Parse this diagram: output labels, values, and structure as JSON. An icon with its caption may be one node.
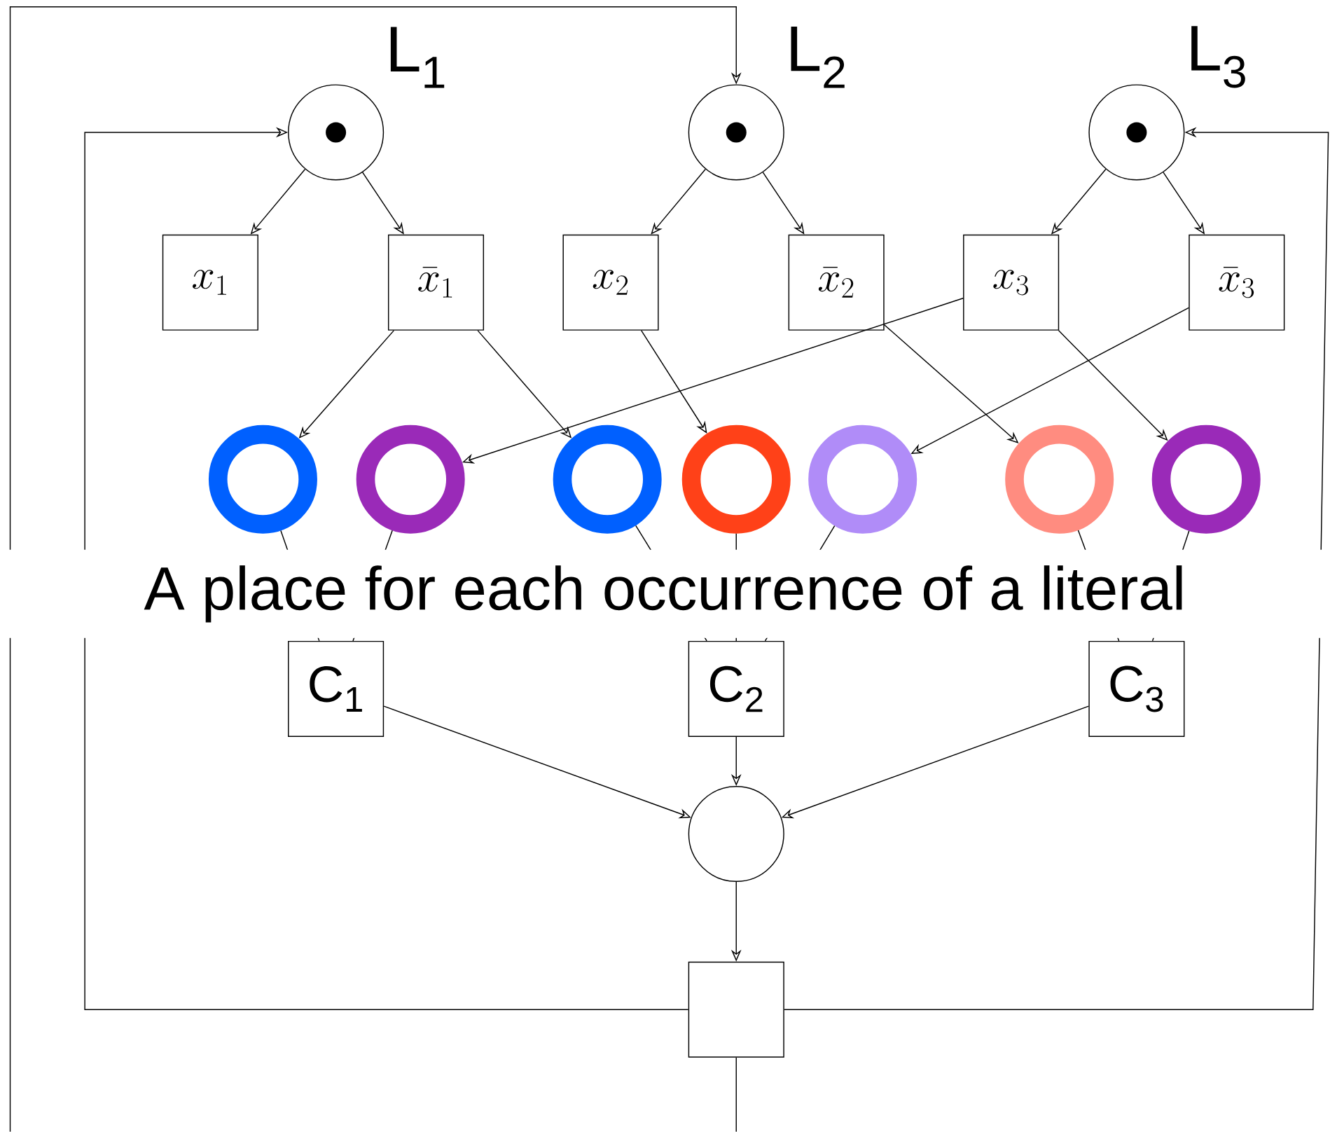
{
  "diagram": {
    "nodes": [
      {
        "text": [
          "L$_{1}$"
        ]
      },
      {
        "text": [
          "L$_{2}$"
        ]
      },
      {
        "text": [
          "L$_{3}$"
        ]
      },
      {
        "text": [
          "x_1"
        ]
      },
      {
        "text": [
          "\\bar{x}_1"
        ]
      },
      {
        "text": [
          "x_2"
        ]
      },
      {
        "text": [
          "\\bar{x}_2"
        ]
      },
      {
        "text": [
          "x_3"
        ]
      },
      {
        "text": [
          "\\bar{x}_3"
        ]
      },
      {
        "text": [],
        "shape": "circle"
      },
      {
        "text": [],
        "shape": "circle"
      },
      {
        "text": [],
        "shape": "circle"
      },
      {
        "text": [],
        "shape": "circle"
      },
      {
        "text": [],
        "shape": "circle"
      },
      {
        "text": [],
        "shape": "circle"
      },
      {
        "text": [],
        "shape": "circle"
      },
      {
        "text": [
          "C$_{1}$"
        ]
      },
      {
        "text": [
          "C$_{2}$"
        ]
      },
      {
        "text": [
          "C$_{3}$"
        ]
      },
      {
        "text": [],
        "shape": "circle"
      },
      {
        "text": [],
        "shape": "box"
      }
    ],
    "edges": [
      {
        "from": 0,
        "to": 3,
        "arrow": "to"
      },
      {
        "from": 0,
        "to": 4,
        "arrow": "to"
      },
      {
        "from": 1,
        "to": 5,
        "arrow": "to"
      },
      {
        "from": 1,
        "to": 6,
        "arrow": "to"
      },
      {
        "from": 2,
        "to": 7,
        "arrow": "to"
      },
      {
        "from": 2,
        "to": 8,
        "arrow": "to"
      },
      {
        "from": 4,
        "to": 9,
        "arrow": "to"
      },
      {
        "from": 4,
        "to": 11,
        "arrow": "to"
      },
      {
        "from": 5,
        "to": 12,
        "arrow": "to"
      },
      {
        "from": 6,
        "to": 14,
        "arrow": "to"
      },
      {
        "from": 7,
        "to": 10,
        "arrow": "to"
      },
      {
        "from": 7,
        "to": 15,
        "arrow": "to"
      },
      {
        "from": 8,
        "to": 13,
        "arrow": "to"
      },
      {
        "from": 9,
        "to": 16,
        "arrow": "none"
      },
      {
        "from": 10,
        "to": 16,
        "arrow": "none"
      },
      {
        "from": 11,
        "to": 17,
        "arrow": "none"
      },
      {
        "from": 12,
        "to": 17,
        "arrow": "none"
      },
      {
        "from": 13,
        "to": 17,
        "arrow": "none"
      },
      {
        "from": 14,
        "to": 18,
        "arrow": "none"
      },
      {
        "from": 15,
        "to": 18,
        "arrow": "none"
      },
      {
        "from": 16,
        "to": 19,
        "arrow": "to"
      },
      {
        "from": 17,
        "to": 19,
        "arrow": "to"
      },
      {
        "from": 18,
        "to": 19,
        "arrow": "to"
      },
      {
        "from": 19,
        "to": 20,
        "arrow": "to"
      },
      {
        "from": 20,
        "to": 0,
        "arrow": "to"
      },
      {
        "from": 20,
        "to": 1,
        "arrow": "to"
      },
      {
        "from": 20,
        "to": 2,
        "arrow": "to"
      }
    ],
    "labels": [
      "A place for each occurrence of a literal"
    ]
  }
}
